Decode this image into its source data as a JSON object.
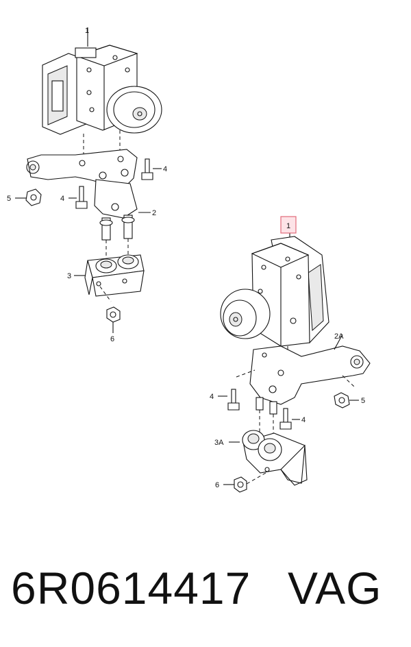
{
  "callouts": {
    "top": {
      "unit": "1",
      "bolt_right": "4",
      "nut_left": "5",
      "bolt_left": "4",
      "bracket": "2",
      "mount": "3",
      "nut_bottom": "6"
    },
    "bottom": {
      "unit": "1",
      "bracket": "2A",
      "bolt_left": "4",
      "nut_right": "5",
      "bolt_right": "4",
      "mount": "3A",
      "nut_bottom": "6"
    }
  },
  "footer": {
    "part_number": "6R0614417",
    "brand": "VAG"
  },
  "colors": {
    "highlight_border": "#e26b7a",
    "highlight_fill": "#fde3e7"
  }
}
